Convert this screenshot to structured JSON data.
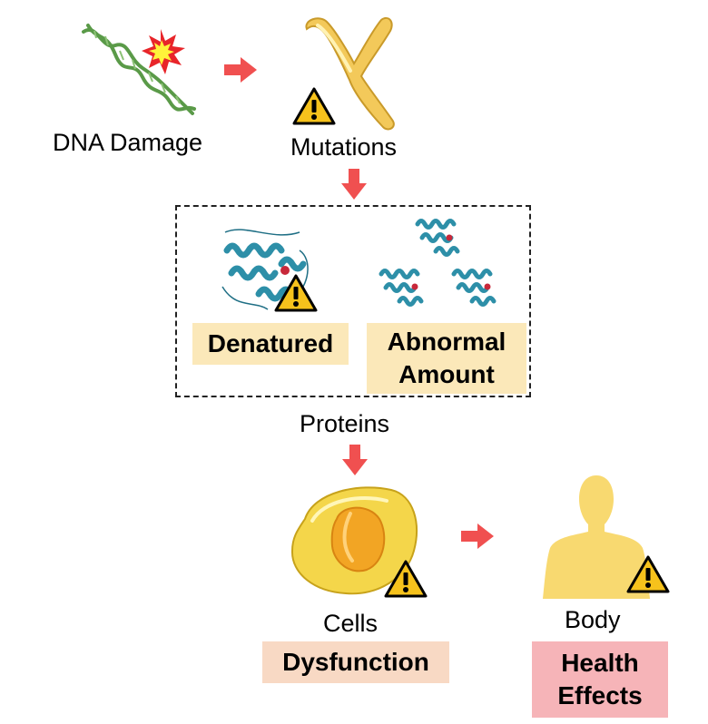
{
  "stages": {
    "dna": {
      "label": "DNA Damage",
      "icon": "dna-damage-icon"
    },
    "mutations": {
      "label": "Mutations",
      "icon": "chromosome-icon"
    },
    "proteins": {
      "label": "Proteins",
      "denatured_label": "Denatured",
      "abnormal_label_line1": "Abnormal",
      "abnormal_label_line2": "Amount",
      "icons": [
        "protein-structure-icon",
        "protein-cluster-icon"
      ]
    },
    "cells": {
      "label": "Cells",
      "effect_label": "Dysfunction",
      "icon": "cell-icon"
    },
    "body": {
      "label": "Body",
      "effect_label_line1": "Health",
      "effect_label_line2": "Effects",
      "icon": "human-body-icon"
    }
  },
  "colors": {
    "arrow": "#f05050",
    "warning": "#f6c21c",
    "tag_yellow": "#fbe8b9",
    "tag_peach": "#f8d9c4",
    "tag_pink": "#f6b4b8",
    "protein": "#2d8fa8",
    "cell": "#f4d64a",
    "body": "#f8d970",
    "chromosome": "#f3c95a",
    "dna": "#5a9a48"
  }
}
